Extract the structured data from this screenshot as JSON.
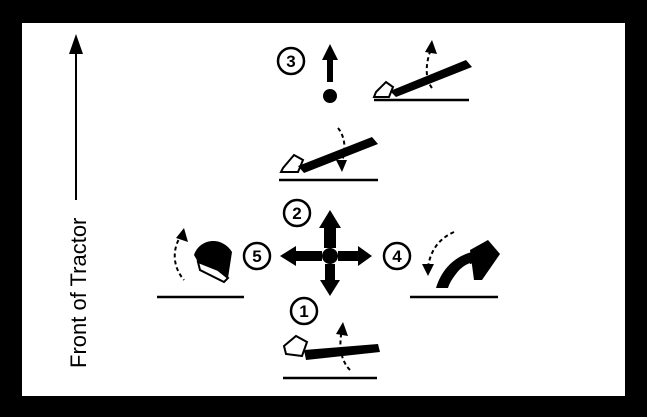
{
  "diagram": {
    "side_label": "Front of Tractor",
    "positions": [
      {
        "number": "1"
      },
      {
        "number": "2"
      },
      {
        "number": "3"
      },
      {
        "number": "4"
      },
      {
        "number": "5"
      }
    ]
  },
  "colors": {
    "frame": "#000000",
    "background": "#ffffff",
    "ink": "#000000"
  }
}
